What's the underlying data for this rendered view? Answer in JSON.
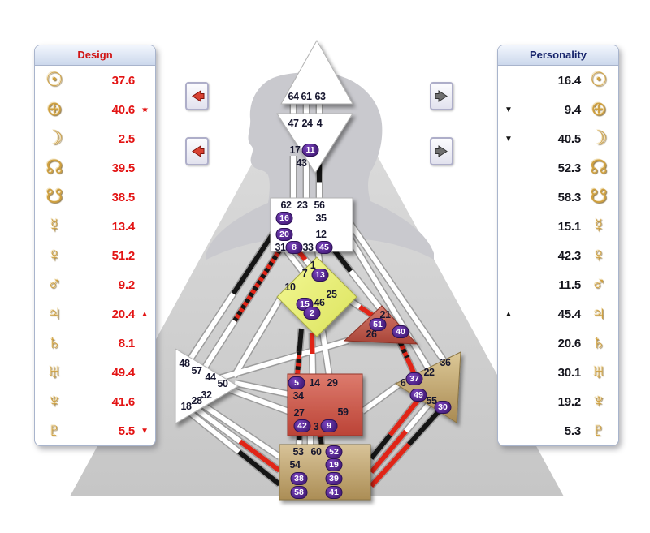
{
  "design_panel": {
    "title": "Design",
    "rows": [
      {
        "planet": "sun",
        "glyph": "☉",
        "value": "37.6",
        "marker": ""
      },
      {
        "planet": "earth",
        "glyph": "⊕",
        "value": "40.6",
        "marker": "★"
      },
      {
        "planet": "moon",
        "glyph": "☽",
        "value": "2.5",
        "marker": ""
      },
      {
        "planet": "north-node",
        "glyph": "☊",
        "value": "39.5",
        "marker": ""
      },
      {
        "planet": "south-node",
        "glyph": "☋",
        "value": "38.5",
        "marker": ""
      },
      {
        "planet": "mercury",
        "glyph": "☿",
        "value": "13.4",
        "marker": ""
      },
      {
        "planet": "venus",
        "glyph": "♀",
        "value": "51.2",
        "marker": ""
      },
      {
        "planet": "mars",
        "glyph": "♂",
        "value": "9.2",
        "marker": ""
      },
      {
        "planet": "jupiter",
        "glyph": "♃",
        "value": "20.4",
        "marker": "▲"
      },
      {
        "planet": "saturn",
        "glyph": "♄",
        "value": "8.1",
        "marker": ""
      },
      {
        "planet": "uranus",
        "glyph": "♅",
        "value": "49.4",
        "marker": ""
      },
      {
        "planet": "neptune",
        "glyph": "♆",
        "value": "41.6",
        "marker": ""
      },
      {
        "planet": "pluto",
        "glyph": "♇",
        "value": "5.5",
        "marker": "▼"
      }
    ]
  },
  "personality_panel": {
    "title": "Personality",
    "rows": [
      {
        "planet": "sun",
        "glyph": "☉",
        "value": "16.4",
        "marker": ""
      },
      {
        "planet": "earth",
        "glyph": "⊕",
        "value": "9.4",
        "marker": "▼"
      },
      {
        "planet": "moon",
        "glyph": "☽",
        "value": "40.5",
        "marker": "▼"
      },
      {
        "planet": "north-node",
        "glyph": "☊",
        "value": "52.3",
        "marker": ""
      },
      {
        "planet": "south-node",
        "glyph": "☋",
        "value": "58.3",
        "marker": ""
      },
      {
        "planet": "mercury",
        "glyph": "☿",
        "value": "15.1",
        "marker": ""
      },
      {
        "planet": "venus",
        "glyph": "♀",
        "value": "42.3",
        "marker": ""
      },
      {
        "planet": "mars",
        "glyph": "♂",
        "value": "11.5",
        "marker": ""
      },
      {
        "planet": "jupiter",
        "glyph": "♃",
        "value": "45.4",
        "marker": "▲"
      },
      {
        "planet": "saturn",
        "glyph": "♄",
        "value": "20.6",
        "marker": ""
      },
      {
        "planet": "uranus",
        "glyph": "♅",
        "value": "30.1",
        "marker": ""
      },
      {
        "planet": "neptune",
        "glyph": "♆",
        "value": "19.2",
        "marker": ""
      },
      {
        "planet": "pluto",
        "glyph": "♇",
        "value": "5.3",
        "marker": ""
      }
    ]
  },
  "controls": {
    "left_arrow_icon": "back-arrow",
    "right_arrow_icon": "forward-arrow"
  },
  "bodygraph": {
    "centers": [
      {
        "name": "head",
        "gates": [
          {
            "n": "64"
          },
          {
            "n": "61"
          },
          {
            "n": "63"
          }
        ]
      },
      {
        "name": "ajna",
        "gates": [
          {
            "n": "47"
          },
          {
            "n": "24"
          },
          {
            "n": "4"
          },
          {
            "n": "17"
          },
          {
            "n": "11",
            "on": true
          },
          {
            "n": "43"
          }
        ]
      },
      {
        "name": "throat",
        "gates": [
          {
            "n": "62"
          },
          {
            "n": "23"
          },
          {
            "n": "56"
          },
          {
            "n": "16",
            "on": true
          },
          {
            "n": "35"
          },
          {
            "n": "20",
            "on": true
          },
          {
            "n": "12"
          },
          {
            "n": "31"
          },
          {
            "n": "8",
            "on": true
          },
          {
            "n": "33"
          },
          {
            "n": "45",
            "on": true
          }
        ]
      },
      {
        "name": "g",
        "gates": [
          {
            "n": "1"
          },
          {
            "n": "7"
          },
          {
            "n": "13",
            "on": true
          },
          {
            "n": "10"
          },
          {
            "n": "25"
          },
          {
            "n": "15",
            "on": true
          },
          {
            "n": "46"
          },
          {
            "n": "2",
            "on": true
          }
        ]
      },
      {
        "name": "heart",
        "gates": [
          {
            "n": "21"
          },
          {
            "n": "51",
            "on": true
          },
          {
            "n": "26"
          },
          {
            "n": "40",
            "on": true
          }
        ]
      },
      {
        "name": "spleen",
        "gates": [
          {
            "n": "48"
          },
          {
            "n": "57"
          },
          {
            "n": "44"
          },
          {
            "n": "50"
          },
          {
            "n": "32"
          },
          {
            "n": "28"
          },
          {
            "n": "18"
          }
        ]
      },
      {
        "name": "sacral",
        "gates": [
          {
            "n": "5",
            "on": true
          },
          {
            "n": "14"
          },
          {
            "n": "29"
          },
          {
            "n": "34"
          },
          {
            "n": "27"
          },
          {
            "n": "59"
          },
          {
            "n": "42",
            "on": true
          },
          {
            "n": "3"
          },
          {
            "n": "9",
            "on": true
          }
        ]
      },
      {
        "name": "solar-plexus",
        "gates": [
          {
            "n": "36"
          },
          {
            "n": "22"
          },
          {
            "n": "6"
          },
          {
            "n": "37",
            "on": true
          },
          {
            "n": "49",
            "on": true
          },
          {
            "n": "55"
          },
          {
            "n": "30",
            "on": true
          }
        ]
      },
      {
        "name": "root",
        "gates": [
          {
            "n": "53"
          },
          {
            "n": "60"
          },
          {
            "n": "52",
            "on": true
          },
          {
            "n": "54"
          },
          {
            "n": "19",
            "on": true
          },
          {
            "n": "38",
            "on": true
          },
          {
            "n": "39",
            "on": true
          },
          {
            "n": "58",
            "on": true
          },
          {
            "n": "41",
            "on": true
          }
        ]
      }
    ]
  },
  "colors": {
    "design_text": "#e31414",
    "personality_text": "#14141c",
    "glyph_gold": "#cfa040",
    "activated_gate": "#4a2080",
    "channel_red": "#e02517",
    "channel_black": "#151515",
    "g_center": "#eef07c",
    "sacral_center": "#cd5346",
    "root_center": "#c4a96f",
    "solar_plexus_center": "#c8ad74"
  }
}
